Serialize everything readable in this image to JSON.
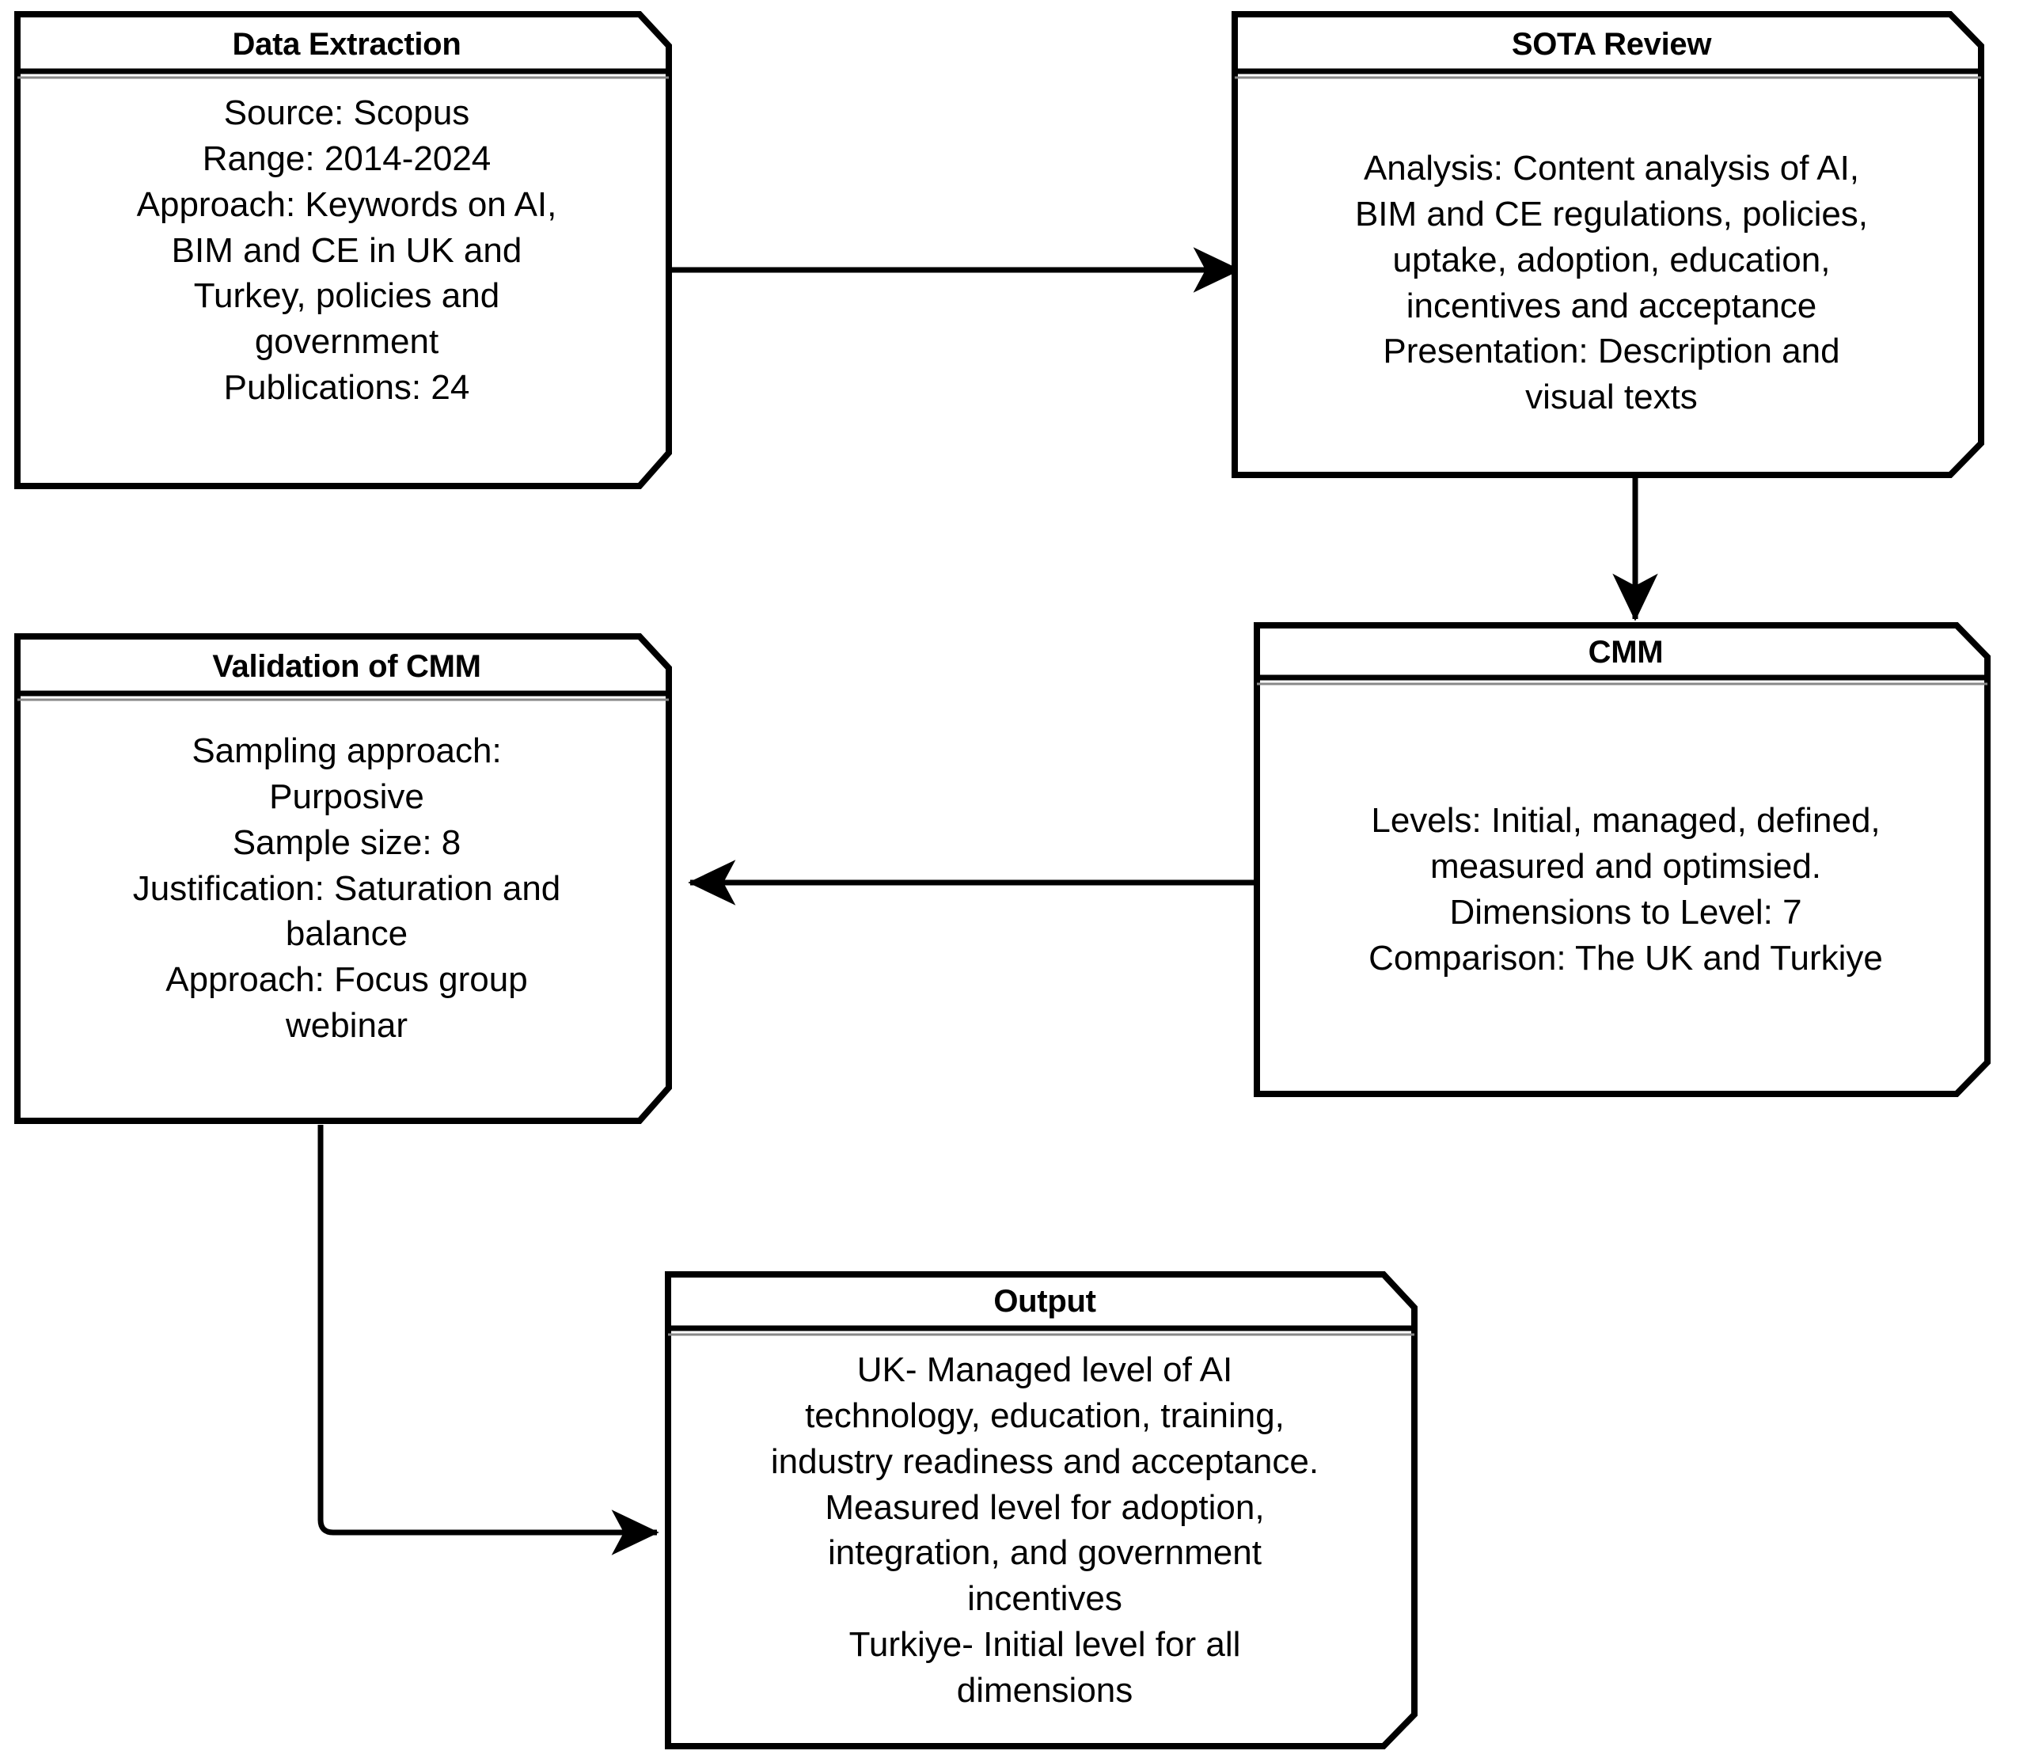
{
  "diagram": {
    "title": "Research methodology flowchart",
    "type": "flowchart",
    "background": "#ffffff",
    "stroke": "#000000"
  },
  "nodes": [
    {
      "id": "data-extraction",
      "title": "Data Extraction",
      "body": "Source: Scopus\nRange: 2014-2024\nApproach: Keywords on AI,\nBIM and CE in UK and\nTurkey, policies and\ngovernment\nPublications: 24"
    },
    {
      "id": "sota-review",
      "title": "SOTA Review",
      "body": "Analysis: Content analysis of AI,\nBIM and CE regulations, policies,\nuptake, adoption, education,\nincentives and acceptance\nPresentation: Description and\nvisual texts"
    },
    {
      "id": "validation-of-cmm",
      "title": "Validation of CMM",
      "body": "Sampling approach:\nPurposive\nSample size: 8\nJustification: Saturation and\nbalance\nApproach: Focus group\nwebinar"
    },
    {
      "id": "cmm",
      "title": "CMM",
      "body": "Levels: Initial, managed, defined,\nmeasured and optimsied.\nDimensions to Level: 7\nComparison: The UK and Turkiye"
    },
    {
      "id": "output",
      "title": "Output",
      "body": "UK- Managed level of AI\ntechnology, education, training,\nindustry readiness and acceptance.\nMeasured level for adoption,\nintegration, and government\nincentives\nTurkiye- Initial level for all\ndimensions"
    }
  ],
  "connectors": [
    {
      "id": "data-extraction-to-sota-review",
      "from": "data-extraction",
      "to": "sota-review",
      "direction": "right"
    },
    {
      "id": "sota-review-to-cmm",
      "from": "sota-review",
      "to": "cmm",
      "direction": "down"
    },
    {
      "id": "cmm-to-validation-of-cmm",
      "from": "cmm",
      "to": "validation-of-cmm",
      "direction": "left"
    },
    {
      "id": "validation-of-cmm-to-output",
      "from": "validation-of-cmm",
      "to": "output",
      "direction": "elbow-down-right"
    }
  ]
}
